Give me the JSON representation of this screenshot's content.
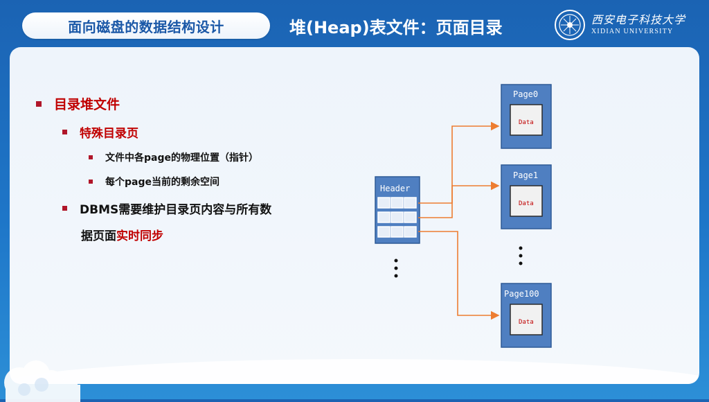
{
  "header": {
    "course_title": "面向磁盘的数据结构设计",
    "slide_title": "堆(Heap)表文件：页面目录"
  },
  "logo": {
    "cn": "西安电子科技大学",
    "en": "XIDIAN UNIVERSITY"
  },
  "bullets": {
    "b1": "目录堆文件",
    "b2": "特殊目录页",
    "b3": "文件中各page的物理位置（指针）",
    "b4": "每个page当前的剩余空间",
    "b5_line1": "DBMS需要维护目录页内容与所有数",
    "b5_line2_prefix": "据页面",
    "b5_line2_emph": "实时同步"
  },
  "diagram": {
    "header_label": "Header",
    "pages": [
      {
        "label": "Page0",
        "inner": "Data"
      },
      {
        "label": "Page1",
        "inner": "Data"
      },
      {
        "label": "Page100",
        "inner": "Data"
      }
    ]
  },
  "colors": {
    "accent_blue": "#1b63b3",
    "box_blue": "#4f7fc1",
    "emph_red": "#c00000",
    "arrow_orange": "#ed7d31"
  }
}
